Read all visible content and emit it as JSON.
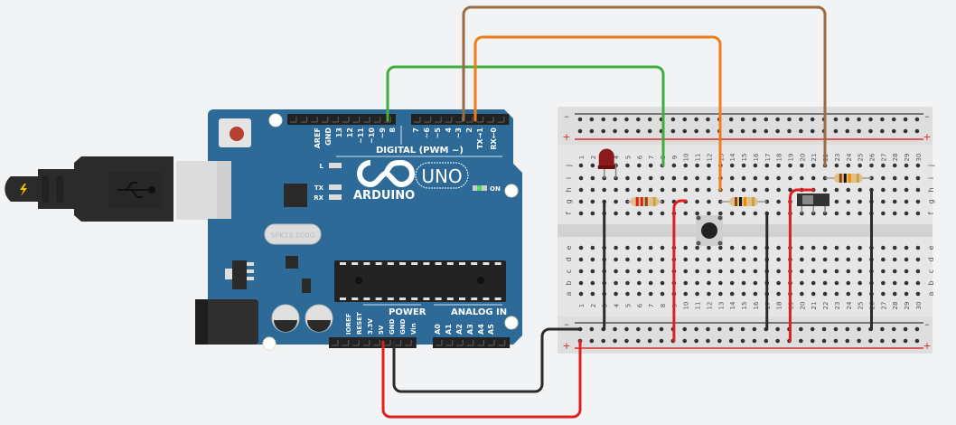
{
  "arduino": {
    "brand": "ARDUINO",
    "model": "UNO",
    "crystal_text": "SPK16.000G",
    "digital_header_label": "DIGITAL (PWM ~)",
    "digital_pins": [
      "AREF",
      "GND",
      "13",
      "12",
      "~11",
      "~10",
      "~9",
      "8",
      "7",
      "~6",
      "~5",
      "4",
      "~3",
      "2",
      "TX→1",
      "RX←0"
    ],
    "power_header_label": "POWER",
    "power_pins": [
      "IOREF",
      "RESET",
      "3.3V",
      "5V",
      "GND",
      "GND",
      "Vin"
    ],
    "analog_header_label": "ANALOG IN",
    "analog_pins": [
      "A0",
      "A1",
      "A2",
      "A3",
      "A4",
      "A5"
    ],
    "leds": [
      "L",
      "TX",
      "RX"
    ],
    "on_label": "ON",
    "colors": {
      "board": "#2d6a98",
      "on_led": "#4cd964",
      "reset_button": "#b5412f"
    }
  },
  "usb_cable": {
    "icon": "usb-icon",
    "plug_icon": "lightning-icon"
  },
  "breadboard": {
    "columns": 30,
    "top_rows": [
      "j",
      "i",
      "h",
      "g",
      "f"
    ],
    "bottom_rows": [
      "e",
      "d",
      "c",
      "b",
      "a"
    ],
    "rail_minus": "–",
    "rail_plus": "+",
    "colors": {
      "minus_rail": "#555555",
      "plus_rail": "#d32f2f"
    }
  },
  "components": {
    "led": {
      "color": "#8b1a1a",
      "columns": [
        3,
        4
      ],
      "row": "i"
    },
    "resistors": [
      {
        "name": "resistor-1",
        "from_col": 5,
        "to_col": 8,
        "row": "g",
        "bands": [
          "#d81f1f",
          "#d81f1f",
          "#8b4513",
          "#c9a14a"
        ]
      },
      {
        "name": "resistor-2",
        "from_col": 13,
        "to_col": 17,
        "row": "g",
        "bands": [
          "#8b4513",
          "#111111",
          "#f08a00",
          "#c9a14a"
        ]
      },
      {
        "name": "resistor-3",
        "from_col": 22,
        "to_col": 26,
        "row": "i",
        "bands": [
          "#8b4513",
          "#111111",
          "#f08a00",
          "#c9a14a"
        ]
      }
    ],
    "pushbutton": {
      "columns": [
        10,
        13
      ],
      "label": "pushbutton"
    },
    "slide_switch": {
      "columns": [
        20,
        22
      ],
      "row": "f"
    }
  },
  "wires": [
    {
      "name": "wire-green-pin9",
      "color": "#3fae3f",
      "from": "~9",
      "to": "j8"
    },
    {
      "name": "wire-brown-pin3",
      "color": "#9c6b3e",
      "from": "~3",
      "to": "j22"
    },
    {
      "name": "wire-orange-pin2",
      "color": "#ef7e1a",
      "from": "2",
      "to": "h13"
    },
    {
      "name": "wire-black-gnd",
      "color": "#2b2b2b",
      "from": "GND",
      "to": "bottom-minus-1"
    },
    {
      "name": "wire-red-5v",
      "color": "#e02020",
      "from": "5V",
      "to": "bottom-plus-1"
    }
  ]
}
